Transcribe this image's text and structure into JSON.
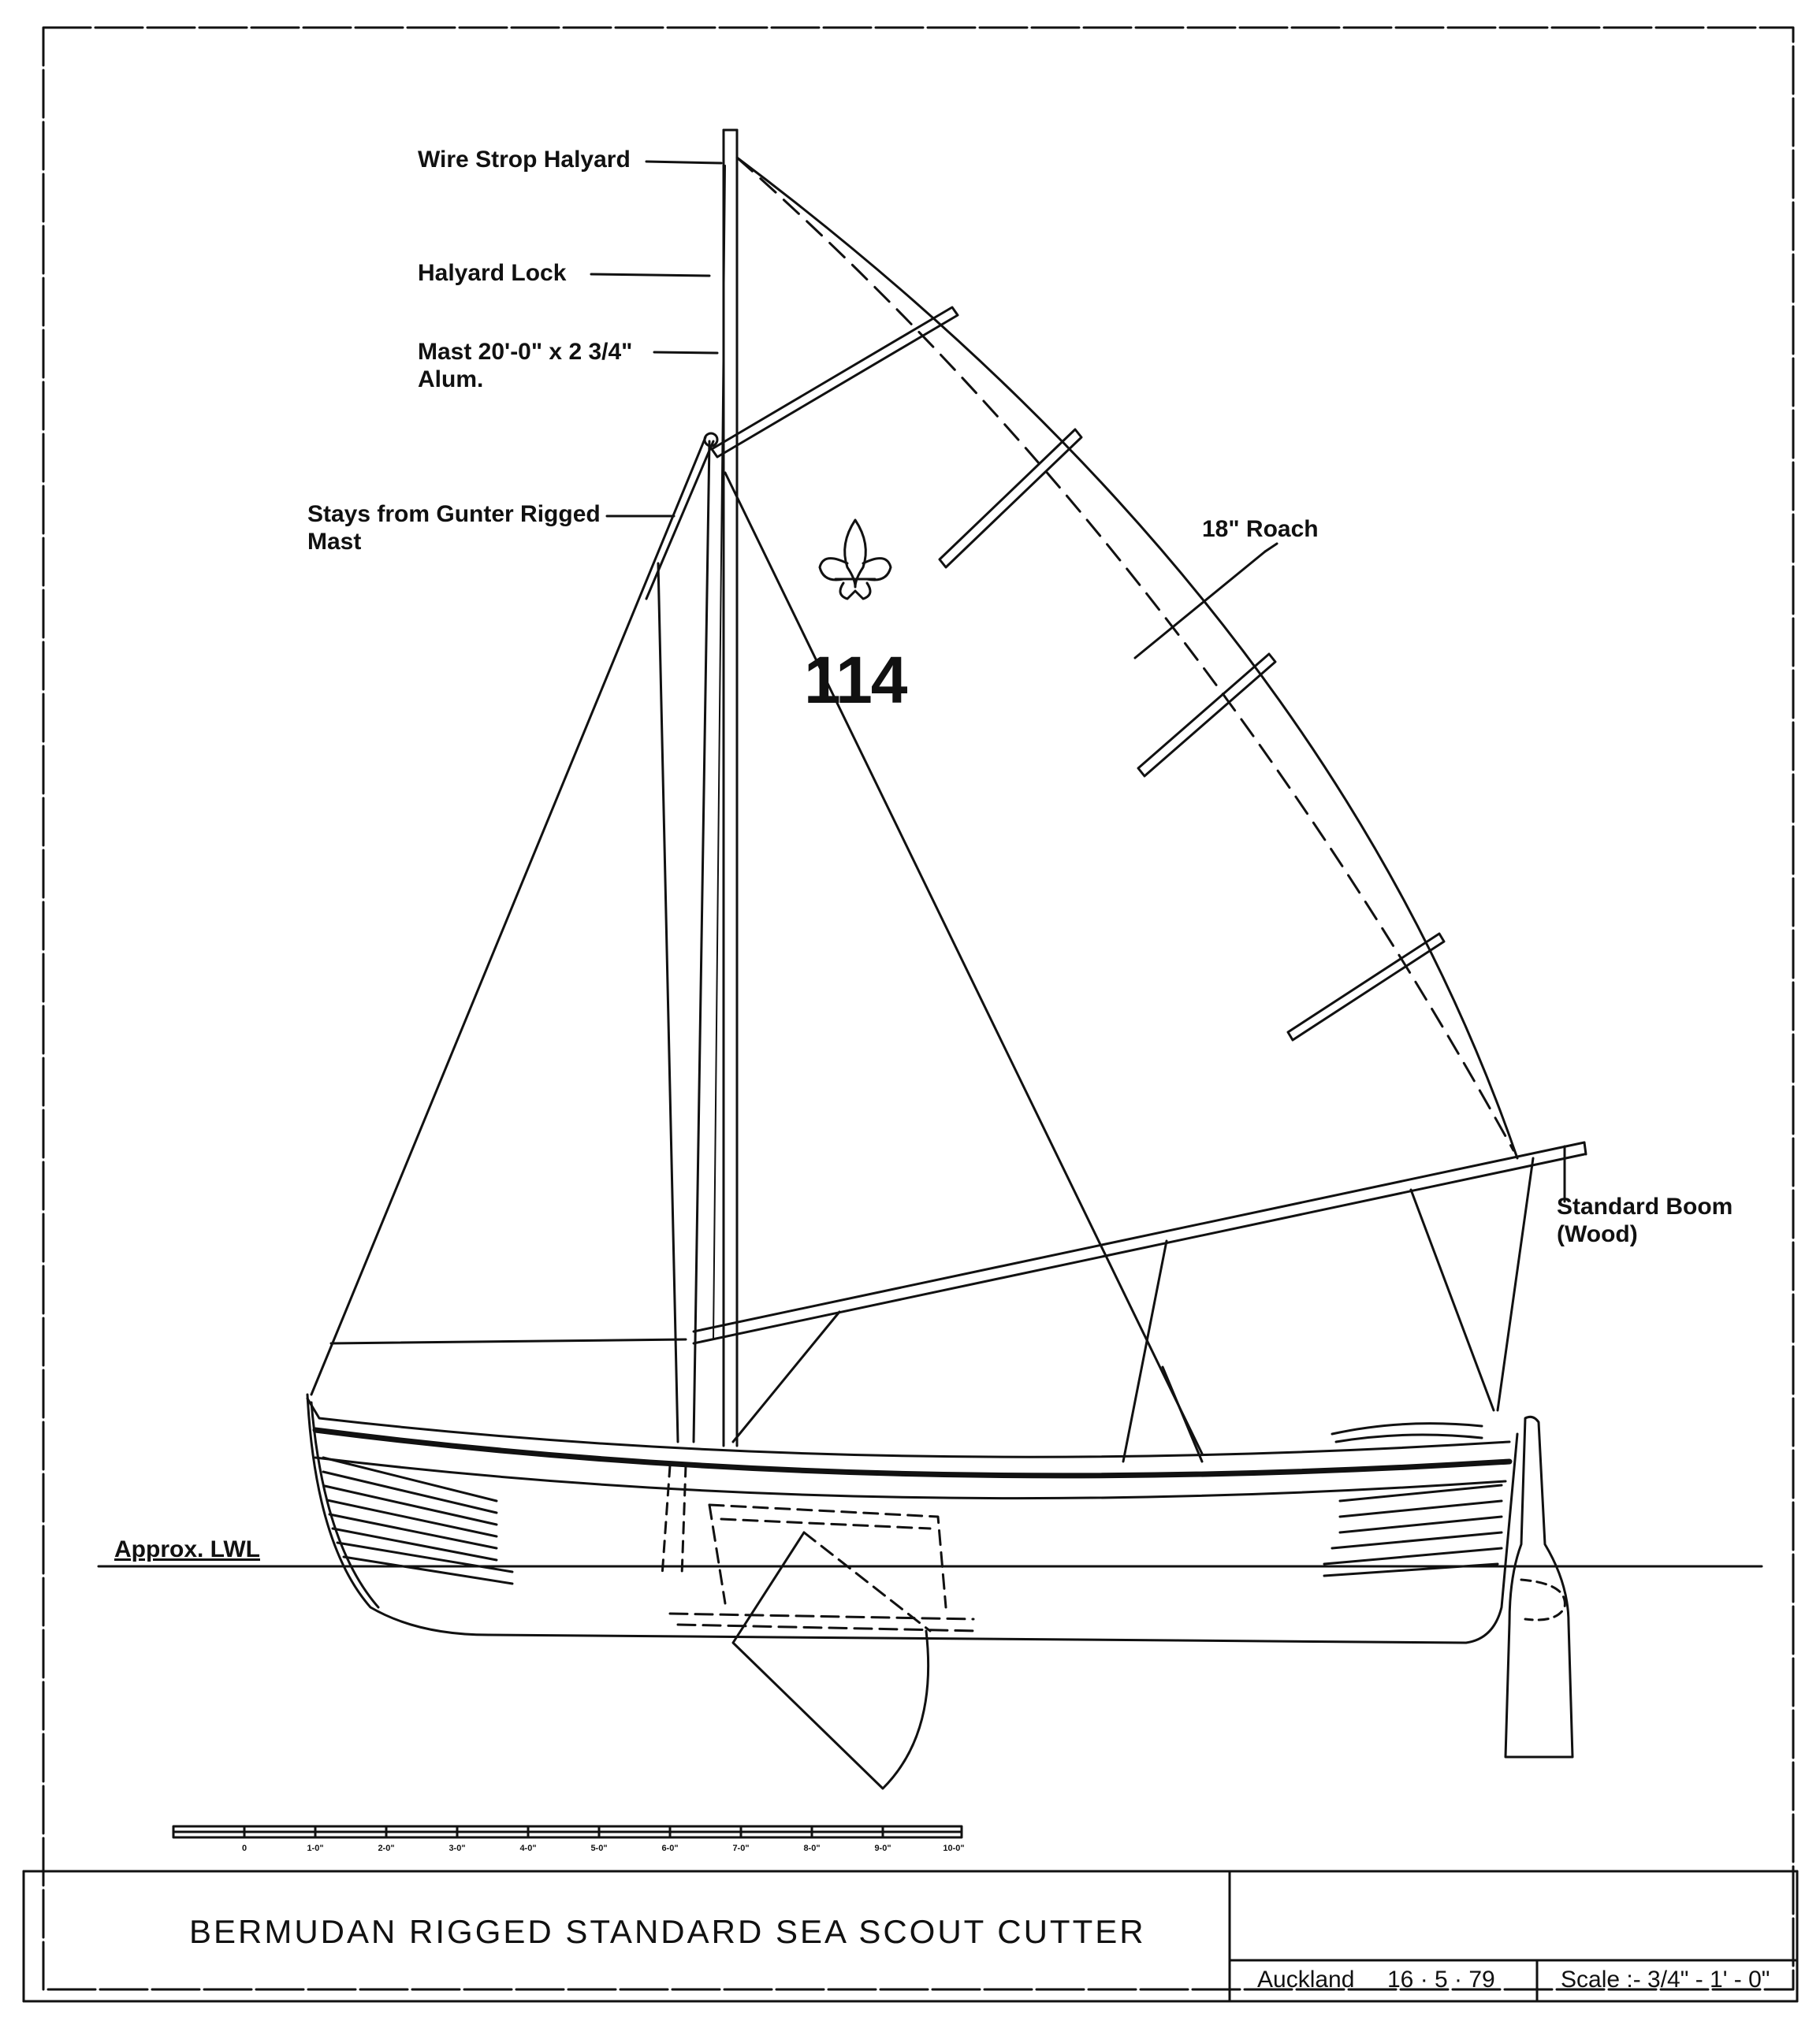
{
  "labels": {
    "wire_strop_halyard": "Wire Strop Halyard",
    "halyard_lock": "Halyard Lock",
    "mast_line1": "Mast 20'-0\" x 2 3/4\"",
    "mast_line2": "Alum.",
    "stays_line1": "Stays from Gunter Rigged",
    "stays_line2": "Mast",
    "roach": "18\" Roach",
    "boom_line1": "Standard Boom",
    "boom_line2": "(Wood)",
    "lwl": "Approx. LWL"
  },
  "sail_number": "114",
  "scale_bar": {
    "ticks": [
      "0",
      "1-0\"",
      "2-0\"",
      "3-0\"",
      "4-0\"",
      "5-0\"",
      "6-0\"",
      "7-0\"",
      "8-0\"",
      "9-0\"",
      "10-0\""
    ]
  },
  "title_block": {
    "title": "BERMUDAN RIGGED STANDARD SEA SCOUT CUTTER",
    "location": "Auckland",
    "date": "16 · 5 · 79",
    "scale": "Scale :- 3/4\" - 1' - 0\""
  }
}
